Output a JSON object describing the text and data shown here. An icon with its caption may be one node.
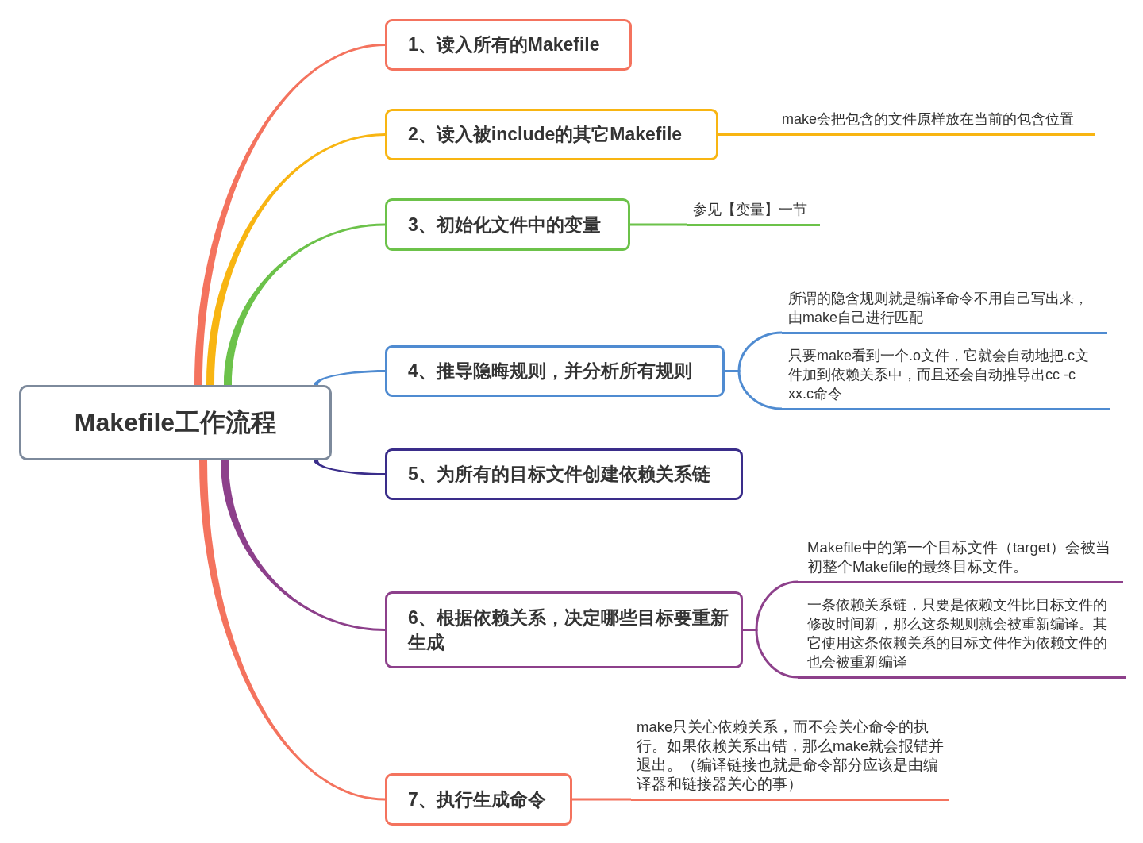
{
  "diagram": {
    "nodes": [
      {
        "text": [
          "Makefile工作流程"
        ]
      },
      {
        "text": [
          "1、读入所有的Makefile"
        ]
      },
      {
        "text": [
          "2、读入被include的其它Makefile"
        ]
      },
      {
        "text": [
          "make会把包含的文件原样放在当前的包含位置"
        ]
      },
      {
        "text": [
          "3、初始化文件中的变量"
        ]
      },
      {
        "text": [
          "参见【变量】一节"
        ]
      },
      {
        "text": [
          "4、推导隐晦规则，并分析所有规则"
        ]
      },
      {
        "text": [
          "所谓的隐含规则就是编译命令不用自己写出来，由make自己进行匹配"
        ]
      },
      {
        "text": [
          "只要make看到一个.o文件，它就会自动地把.c文件加到依赖关系中，而且还会自动推导出cc -c xx.c命令"
        ]
      },
      {
        "text": [
          "5、为所有的目标文件创建依赖关系链"
        ]
      },
      {
        "text": [
          "6、根据依赖关系，决定哪些目标要重新生成"
        ]
      },
      {
        "text": [
          "Makefile中的第一个目标文件（target）会被当初整个Makefile的最终目标文件。"
        ]
      },
      {
        "text": [
          "一条依赖关系链，只要是依赖文件比目标文件的修改时间新，那么这条规则就会被重新编译。其它使用这条依赖关系的目标文件作为依赖文件的也会被重新编译"
        ]
      },
      {
        "text": [
          "7、执行生成命令"
        ]
      },
      {
        "text": [
          "make只关心依赖关系，而不会关心命令的执行。如果依赖关系出错，那么make就会报错并退出。（编译链接也就是命令部分应该是由编译器和链接器关心的事）"
        ]
      }
    ],
    "edges": [
      {
        "from": 0,
        "to": 1,
        "arrow": "none",
        "color": "#f4735e"
      },
      {
        "from": 0,
        "to": 2,
        "arrow": "none",
        "color": "#f8b512"
      },
      {
        "from": 2,
        "to": 3,
        "arrow": "none",
        "color": "#f8b512"
      },
      {
        "from": 0,
        "to": 4,
        "arrow": "none",
        "color": "#6cc24a"
      },
      {
        "from": 4,
        "to": 5,
        "arrow": "none",
        "color": "#6cc24a"
      },
      {
        "from": 0,
        "to": 6,
        "arrow": "none",
        "color": "#4f8bd1"
      },
      {
        "from": 6,
        "to": 7,
        "arrow": "none",
        "color": "#4f8bd1"
      },
      {
        "from": 6,
        "to": 8,
        "arrow": "none",
        "color": "#4f8bd1"
      },
      {
        "from": 0,
        "to": 9,
        "arrow": "none",
        "color": "#3a2d8a"
      },
      {
        "from": 0,
        "to": 10,
        "arrow": "none",
        "color": "#8d408b"
      },
      {
        "from": 10,
        "to": 11,
        "arrow": "none",
        "color": "#8d408b"
      },
      {
        "from": 10,
        "to": 12,
        "arrow": "none",
        "color": "#8d408b"
      },
      {
        "from": 0,
        "to": 13,
        "arrow": "none",
        "color": "#f4735e"
      },
      {
        "from": 13,
        "to": 14,
        "arrow": "none",
        "color": "#f4735e"
      }
    ]
  }
}
